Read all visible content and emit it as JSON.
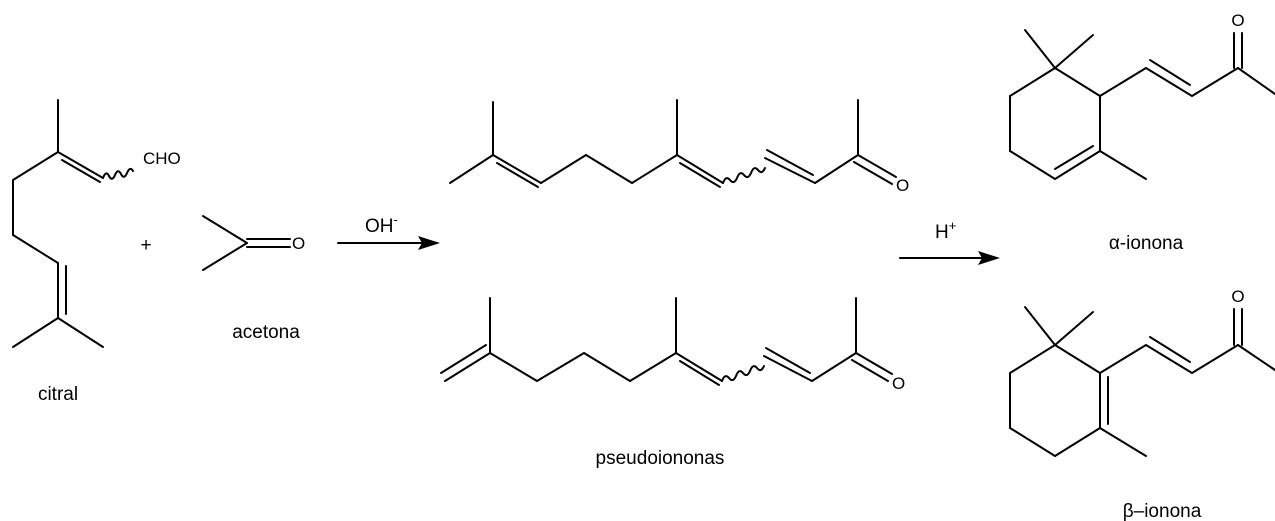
{
  "reactants": {
    "citral": {
      "name": "citral",
      "aldehyde_group": "CHO"
    },
    "plus_sign": "+",
    "acetona": {
      "name": "acetona",
      "oxygen": "O"
    }
  },
  "step1": {
    "reagent": "OH",
    "reagent_charge": "-"
  },
  "intermediate": {
    "name": "pseudoiononas",
    "top_oxygen": "O",
    "bottom_oxygen": "O"
  },
  "step2": {
    "reagent": "H",
    "reagent_charge": "+"
  },
  "products": {
    "alpha": {
      "name": "α-ionona",
      "oxygen": "O"
    },
    "beta": {
      "name": "β–ionona",
      "oxygen": "O"
    }
  },
  "colors": {
    "ink": "#000000",
    "background": "#ffffff"
  }
}
